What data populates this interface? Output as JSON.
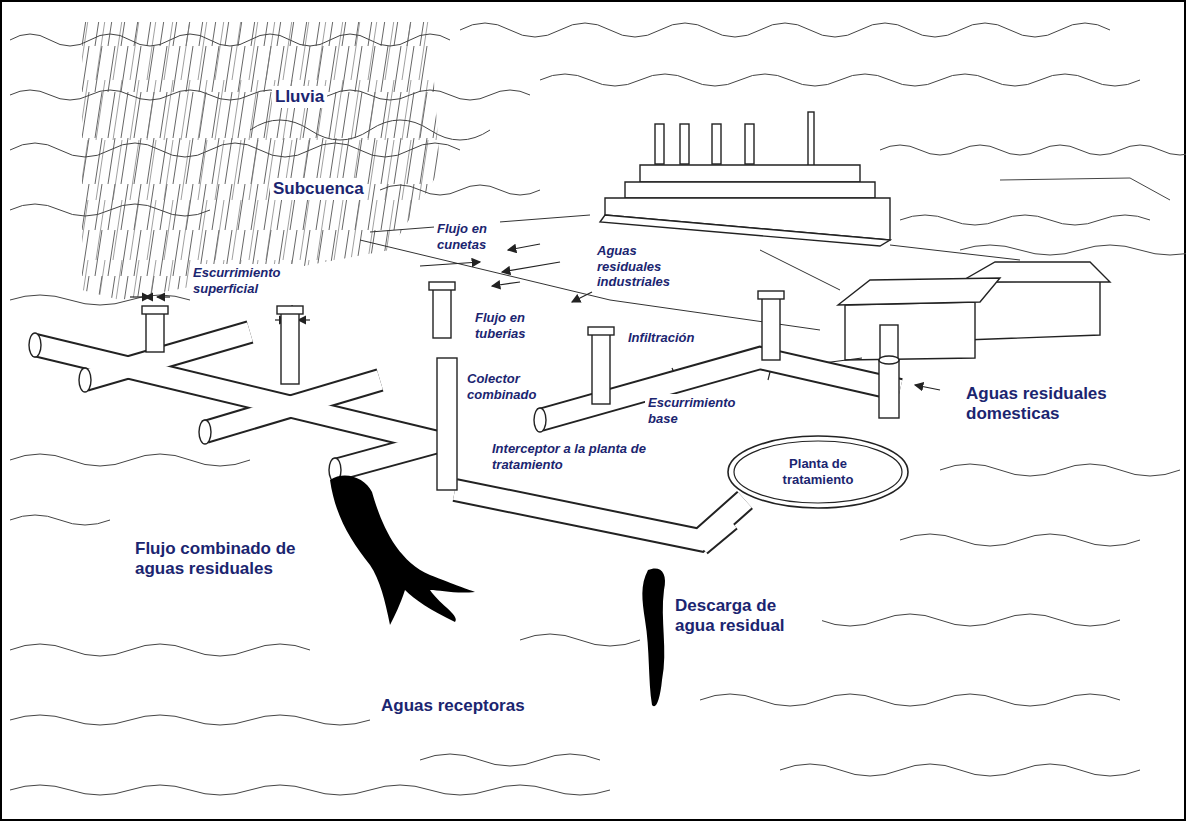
{
  "diagram": {
    "nodes": [
      {
        "text": [
          "Planta de tratamiento"
        ]
      }
    ],
    "labels": [
      "Lluvia",
      "Subcuenca",
      "Flujo en cunetas",
      "Aguas residuales industriales",
      "Escurrimiento superficial",
      "Flujo en tuberias",
      "Infiltración",
      "Colector combinado",
      "Escurrimiento base",
      "Interceptor a la planta de tratamiento",
      "Aguas residuales domesticas",
      "Flujo combinado de aguas residuales",
      "Descarga de agua residual",
      "Aguas receptoras"
    ]
  }
}
